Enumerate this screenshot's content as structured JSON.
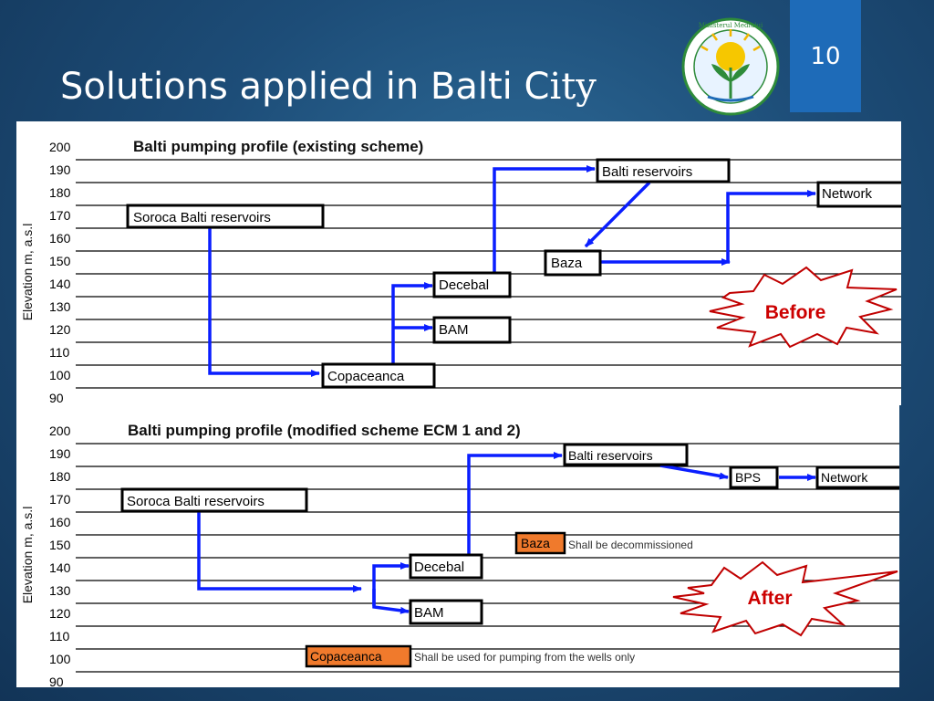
{
  "slide": {
    "title_main": "Solutions applied in Balti C",
    "title_tail": "ity",
    "page_number": "10",
    "logo_text": "Ministerul Mediului"
  },
  "diagrams": [
    {
      "id": "top",
      "title": "Balti pumping profile (existing scheme)",
      "y_axis_label": "Elevation m, a.s.l",
      "y_ticks": [
        "200",
        "190",
        "180",
        "170",
        "160",
        "150",
        "140",
        "130",
        "120",
        "110",
        "100",
        "90"
      ],
      "nodes": [
        {
          "id": "soroca",
          "label": "Soroca Balti reservoirs",
          "elevation": 170
        },
        {
          "id": "copaceanca",
          "label": "Copaceanca",
          "elevation": 100
        },
        {
          "id": "bam",
          "label": "BAM",
          "elevation": 120
        },
        {
          "id": "decebal",
          "label": "Decebal",
          "elevation": 140
        },
        {
          "id": "reservoirs",
          "label": "Balti reservoirs",
          "elevation": 190
        },
        {
          "id": "baza",
          "label": "Baza",
          "elevation": 150
        },
        {
          "id": "network",
          "label": "Network",
          "elevation": 180
        }
      ],
      "badge": "Before"
    },
    {
      "id": "bottom",
      "title": "Balti pumping profile (modified scheme ECM 1 and 2)",
      "y_axis_label": "Elevation m, a.s.l",
      "y_ticks": [
        "200",
        "190",
        "180",
        "170",
        "160",
        "150",
        "140",
        "130",
        "120",
        "110",
        "100",
        "90"
      ],
      "nodes": [
        {
          "id": "soroca",
          "label": "Soroca Balti reservoirs",
          "elevation": 170
        },
        {
          "id": "decebal",
          "label": "Decebal",
          "elevation": 140
        },
        {
          "id": "bam",
          "label": "BAM",
          "elevation": 120
        },
        {
          "id": "reservoirs",
          "label": "Balti reservoirs",
          "elevation": 190
        },
        {
          "id": "bps",
          "label": "BPS",
          "elevation": 180
        },
        {
          "id": "network",
          "label": "Network",
          "elevation": 180
        },
        {
          "id": "baza",
          "label": "Baza",
          "elevation": 150,
          "note": "Shall be decommissioned"
        },
        {
          "id": "copaceanca",
          "label": "Copaceanca",
          "elevation": 100,
          "note": "Shall be used for pumping from the wells only"
        }
      ],
      "badge": "After"
    }
  ],
  "colors": {
    "flow_arrow": "#0a1eff",
    "decommissioned_fill": "#f07a2c",
    "badge_text": "#cc0000",
    "badge_outline": "#c00000",
    "page_box": "#1e6bb8"
  }
}
